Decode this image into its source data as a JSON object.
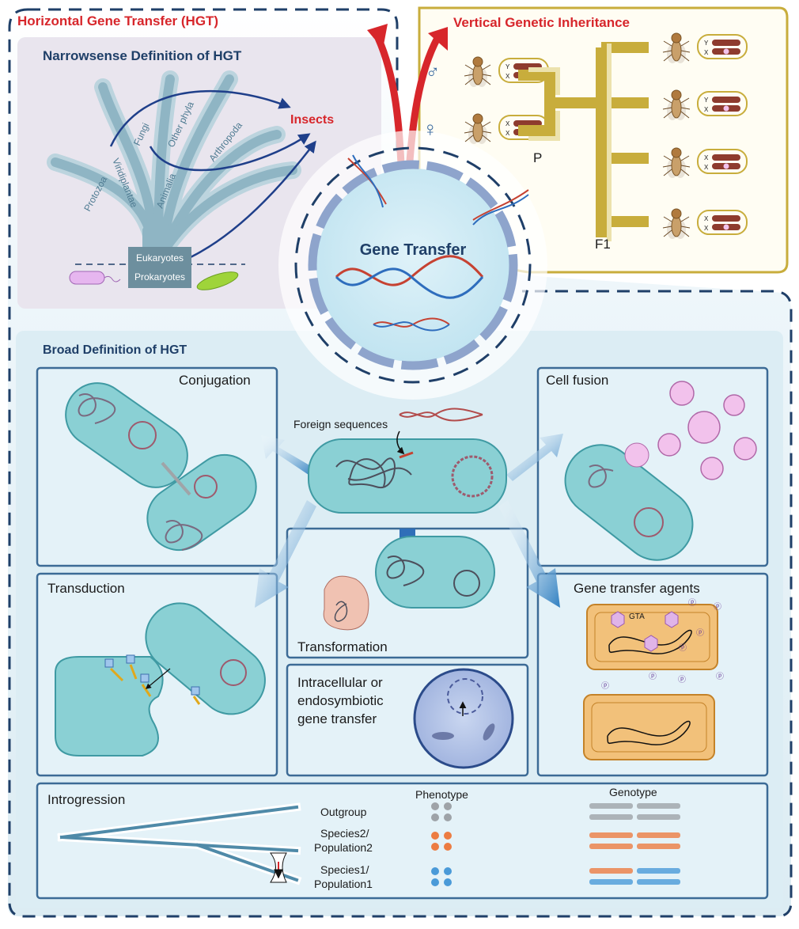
{
  "hgt": {
    "title": "Horizontal Gene Transfer (HGT)",
    "narrow": {
      "title": "Narrowsense Definition of HGT",
      "branches": [
        "Protozoa",
        "Viridiplantae",
        "Fungi",
        "Animalia",
        "Other phyla",
        "Arthropoda"
      ],
      "target": "Insects",
      "eukaryotes": "Eukaryotes",
      "prokaryotes": "Prokaryotes"
    },
    "center": "Gene Transfer",
    "broad": {
      "title": "Broad Definition of HGT",
      "foreign_sequences": "Foreign sequences",
      "panels": {
        "conjugation": "Conjugation",
        "cell_fusion": "Cell fusion",
        "transduction": "Transduction",
        "transformation": "Transformation",
        "gta": "Gene transfer agents",
        "gta_label": "GTA",
        "endosymbiotic": [
          "Intracellular or",
          "endosymbiotic",
          "gene transfer"
        ],
        "introgression": "Introgression"
      },
      "introgression": {
        "phenotype": "Phenotype",
        "genotype": "Genotype",
        "rows": [
          [
            "Outgroup"
          ],
          [
            "Species2/",
            "Population2"
          ],
          [
            "Species1/",
            "Population1"
          ]
        ]
      }
    }
  },
  "vertical": {
    "title": "Vertical Genetic Inheritance",
    "male": "♂",
    "female": "♀",
    "p": "P",
    "f1": "F1",
    "chrom": {
      "y": "Y",
      "x": "X"
    }
  },
  "colors": {
    "red": "#d7262b",
    "navy": "#1f3f68",
    "teal_cell": "#8ad0d4",
    "gold": "#c8ad3c",
    "panel_bg": "#e2f1f7",
    "panel_border": "#3c6b96"
  }
}
